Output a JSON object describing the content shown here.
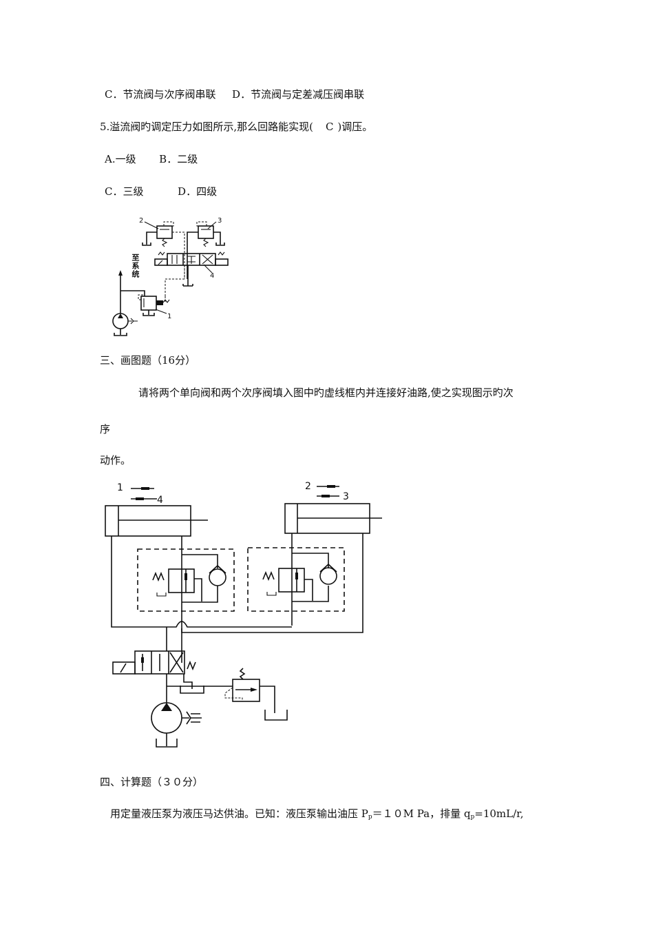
{
  "q4_options_cd": {
    "option_c": "C．节流阀与次序阀串联",
    "option_d": "D．节流阀与定差减压阀串联"
  },
  "q5": {
    "stem": "5.溢流阀旳调定压力如图所示,那么回路能实现(",
    "answer": "C",
    "stem_end": ")调压。",
    "option_a": "A.一级",
    "option_b": "B．二级",
    "option_c": "C．三级",
    "option_d": "D．四级",
    "figure": {
      "labels": [
        "1",
        "2",
        "3",
        "4"
      ],
      "to_system_label": "至系统"
    }
  },
  "section3": {
    "heading": "三、画图题（16分）",
    "instruction_line1": "请将两个单向阀和两个次序阀填入图中旳虚线框内并连接好油路,使之实现图示旳次",
    "instruction_line2": "序",
    "instruction_line3": "动作。",
    "figure": {
      "cyl1_labels": [
        "1",
        "4"
      ],
      "cyl2_labels": [
        "2",
        "3"
      ]
    }
  },
  "section4": {
    "heading": "四、计算题（３０分）",
    "text_pre": "用定量液压泵为液压马达供油。已知：液压泵输出油压 P",
    "p_sub": "p",
    "text_mid": "＝１０M Pa，排量 q",
    "q_sub": "p",
    "text_end": "=10mL/r,"
  }
}
